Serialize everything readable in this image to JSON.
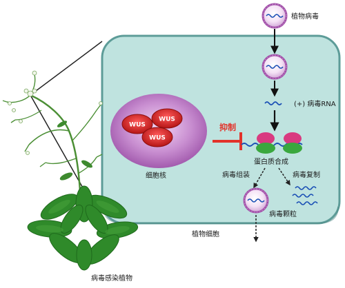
{
  "labels": {
    "plant_virus": "植物病毒",
    "rna": "(+) 病毒RNA",
    "inhibit": "抑制",
    "protein_synthesis": "蛋白质合成",
    "virus_assembly": "病毒组装",
    "virus_replication": "病毒复制",
    "virus_particle": "病毒颗粒",
    "nucleus": "细胞核",
    "plant_cell": "植物细胞",
    "infected_plant": "病毒感染植物"
  },
  "wus_labels": [
    "WUS",
    "WUS",
    "WUS"
  ],
  "colors": {
    "cell_fill": "#bfe3df",
    "cell_border": "#5d9c98",
    "nucleus": "#9a4fa6",
    "wus": "#d21f1f",
    "virus": "#a14ea8",
    "inhibit": "#e2322a",
    "rna": "#1a4fb5",
    "ribosome_top": "#d93a80",
    "ribosome_bottom": "#3aa83e",
    "leaf": "#2f8a2a"
  }
}
